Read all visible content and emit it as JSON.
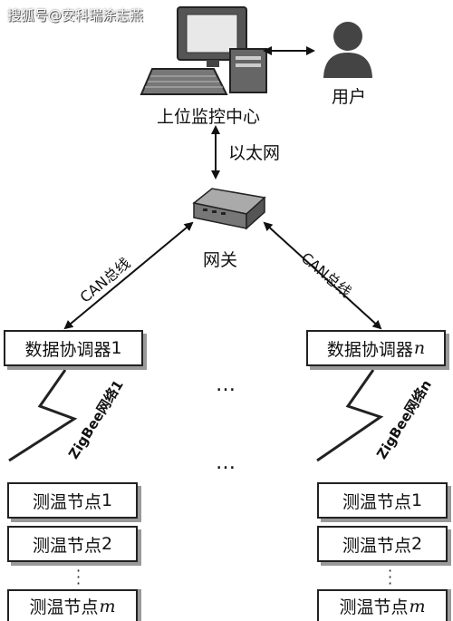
{
  "watermark": "搜狐号@安科瑞涂志燕",
  "top": {
    "computer_label": "上位监控中心",
    "user_label": "用户",
    "ethernet_label": "以太网",
    "gateway_label": "网关"
  },
  "links": {
    "can_left": "CAN总线",
    "can_right": "CAN总线"
  },
  "coordinators": {
    "left_prefix": "数据协调器",
    "left_index": "1",
    "right_prefix": "数据协调器",
    "right_index": "n"
  },
  "zigbee": {
    "left": "ZigBee网络1",
    "right": "ZigBee网络n"
  },
  "nodes": {
    "left": [
      {
        "prefix": "测温节点",
        "index": "1"
      },
      {
        "prefix": "测温节点",
        "index": "2"
      },
      {
        "prefix": "测温节点",
        "index": "m"
      }
    ],
    "right": [
      {
        "prefix": "测温节点",
        "index": "1"
      },
      {
        "prefix": "测温节点",
        "index": "2"
      },
      {
        "prefix": "测温节点",
        "index": "m"
      }
    ]
  },
  "ellipsis": "…"
}
